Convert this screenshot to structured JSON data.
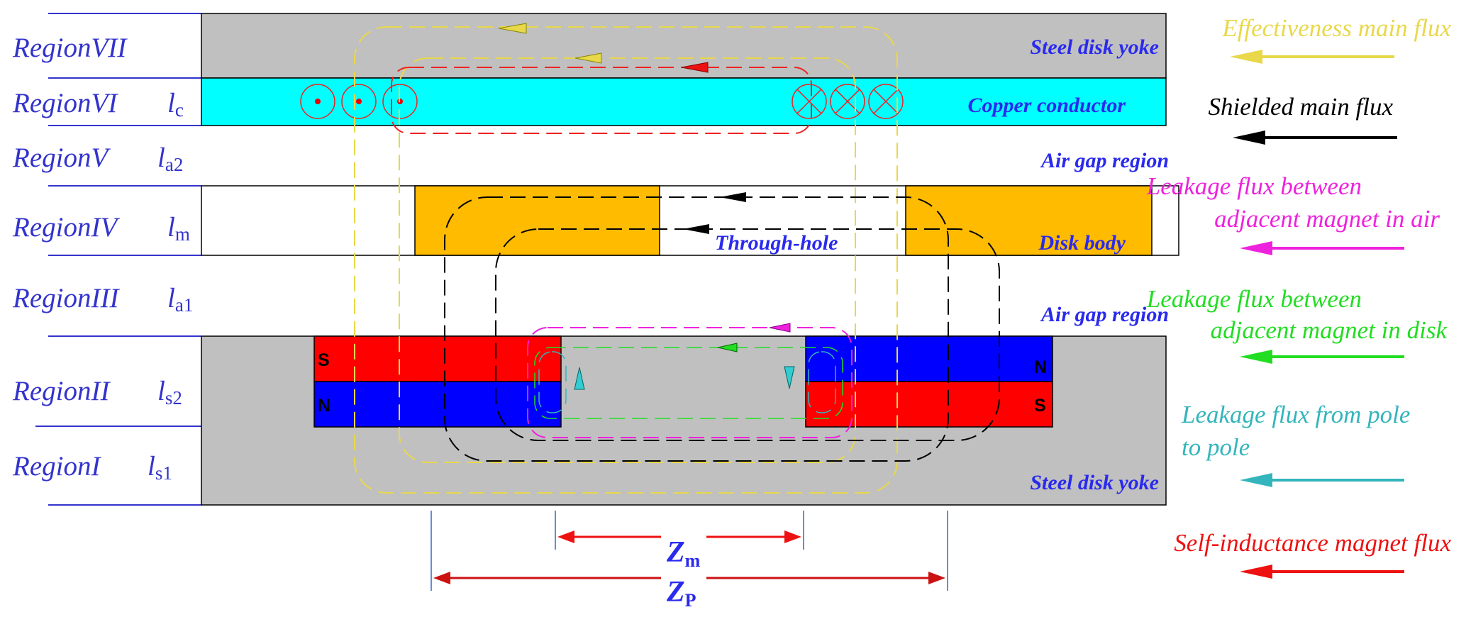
{
  "regions": [
    {
      "name": "RegionVII",
      "symbol": "",
      "sub": ""
    },
    {
      "name": "RegionVI",
      "symbol": "l",
      "sub": "c"
    },
    {
      "name": "RegionV",
      "symbol": "l",
      "sub": "a2"
    },
    {
      "name": "RegionIV",
      "symbol": "l",
      "sub": "m"
    },
    {
      "name": "RegionIII",
      "symbol": "l",
      "sub": "a1"
    },
    {
      "name": "RegionII",
      "symbol": "l",
      "sub": "s2"
    },
    {
      "name": "RegionI",
      "symbol": "l",
      "sub": "s1"
    }
  ],
  "inner_labels": {
    "steel_top": "Steel disk yoke",
    "copper": "Copper conductor",
    "air_gap_upper": "Air gap region",
    "through_hole": "Through-hole",
    "disk_body": "Disk body",
    "air_gap_lower": "Air gap region",
    "steel_bottom": "Steel disk yoke"
  },
  "poles": {
    "left_top": "S",
    "left_bottom": "N",
    "right_top": "N",
    "right_bottom": "S"
  },
  "dimensions": {
    "zm_symbol": "Z",
    "zm_sub": "m",
    "zp_symbol": "Z",
    "zp_sub": "P"
  },
  "legend": [
    {
      "lines": [
        "Effectiveness main flux"
      ],
      "color": "#e8d84a"
    },
    {
      "lines": [
        "Shielded main flux"
      ],
      "color": "#000000"
    },
    {
      "lines": [
        "Leakage flux between",
        "adjacent magnet in air"
      ],
      "color": "#ee22dd"
    },
    {
      "lines": [
        "Leakage flux between",
        "adjacent magnet in disk"
      ],
      "color": "#22dd22"
    },
    {
      "lines": [
        "Leakage flux from pole",
        "to pole"
      ],
      "color": "#33b5bb"
    },
    {
      "lines": [
        "Self-inductance magnet flux"
      ],
      "color": "#ee1111"
    }
  ],
  "colors": {
    "steel": "#c0c0c0",
    "copper": "#00ffff",
    "disk": "#ffbb00",
    "magnet_red": "#ff0000",
    "magnet_blue": "#0000ff",
    "label_blue": "#3333cc"
  }
}
